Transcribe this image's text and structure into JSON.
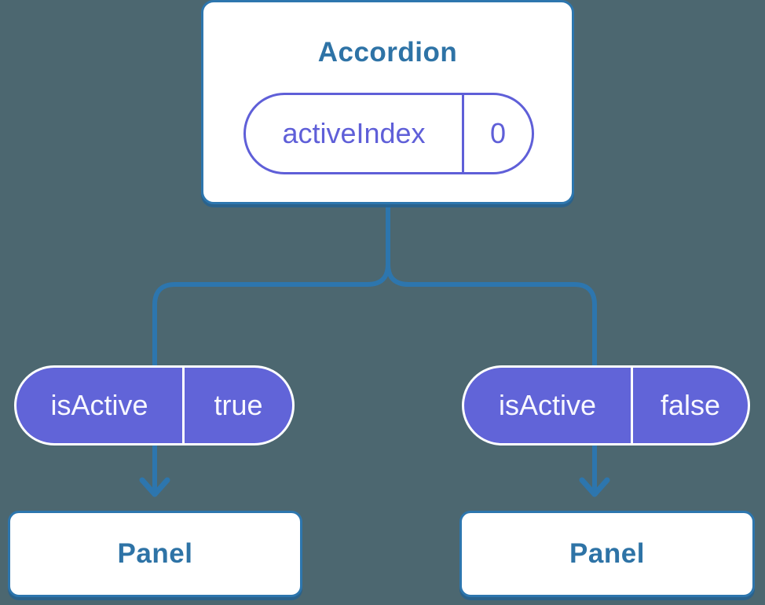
{
  "colors": {
    "bg": "#4c6770",
    "line": "#2d76ae",
    "node_fill": "#ffffff",
    "node_title": "#2e73a6",
    "pill_fill": "#6164d8",
    "pill_text": "#f8f8ff",
    "state_pill_color": "#5f5fd8"
  },
  "tree": {
    "root": {
      "title": "Accordion",
      "state_pill": {
        "label": "activeIndex",
        "value": "0"
      }
    },
    "children": [
      {
        "prop_pill": {
          "label": "isActive",
          "value": "true"
        },
        "panel": {
          "title": "Panel"
        }
      },
      {
        "prop_pill": {
          "label": "isActive",
          "value": "false"
        },
        "panel": {
          "title": "Panel"
        }
      }
    ]
  }
}
